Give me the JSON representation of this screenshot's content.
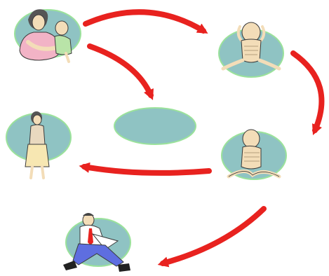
{
  "diagram": {
    "kind": "cycle",
    "nodes": [
      {
        "id": "mother-and-child",
        "icon": "mother-holding-child-illustration",
        "label": ""
      },
      {
        "id": "malnourished-infant",
        "icon": "emaciated-infant-illustration",
        "label": ""
      },
      {
        "id": "stunted-child",
        "icon": "malnourished-seated-child-illustration",
        "label": ""
      },
      {
        "id": "school-dropout",
        "icon": "running-man-illustration",
        "label": ""
      },
      {
        "id": "thin-woman",
        "icon": "thin-standing-woman-illustration",
        "label": ""
      },
      {
        "id": "center",
        "icon": "",
        "label": ""
      }
    ],
    "edges": [
      {
        "from": "mother-and-child",
        "to": "malnourished-infant"
      },
      {
        "from": "malnourished-infant",
        "to": "stunted-child"
      },
      {
        "from": "stunted-child",
        "to": "school-dropout"
      },
      {
        "from": "stunted-child",
        "to": "thin-woman"
      },
      {
        "from": "mother-and-child",
        "to": "center"
      }
    ],
    "colors": {
      "ellipse_fill": "#8fc3c3",
      "ellipse_outline": "#9be29b",
      "arrow": "#e8221f",
      "arrow_dark": "#b81412",
      "skin": "#f3ddb8",
      "outline": "#3a3a3a"
    }
  }
}
